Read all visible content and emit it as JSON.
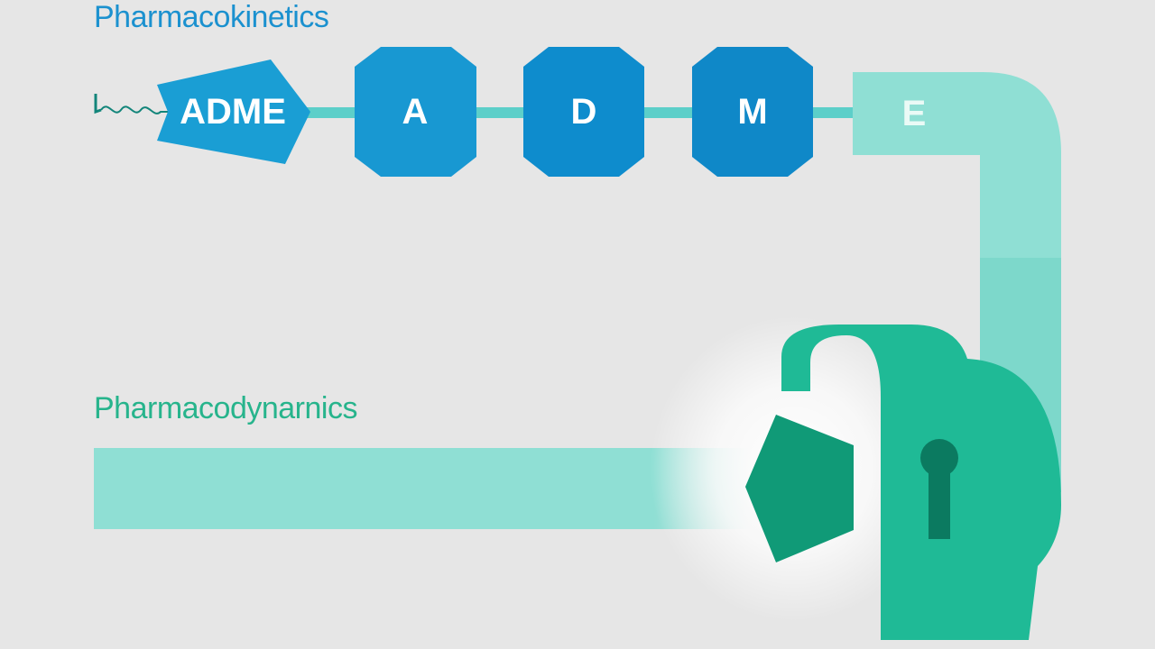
{
  "pharmacokinetics": {
    "title": "Pharmacokinetics",
    "nodes": [
      {
        "id": "adme",
        "label": "ADME"
      },
      {
        "id": "absorption",
        "label": "A"
      },
      {
        "id": "distribution",
        "label": "D"
      },
      {
        "id": "metabolism",
        "label": "M"
      },
      {
        "id": "excretion",
        "label": "E"
      }
    ]
  },
  "pharmacodynamics": {
    "title": "Pharmacodynarnics"
  },
  "colors": {
    "background": "#e6e6e6",
    "pk_title": "#1b91cf",
    "pd_title": "#27b48c",
    "adme_node": "#1a9ed4",
    "a_node": "#1898d2",
    "d_node": "#0e8ccd",
    "m_node": "#0f88c8",
    "connector": "#5ccfc9",
    "light_teal": "#8fdfd4",
    "pipe_lower": "#7dd8cb",
    "receptor": "#1fba96",
    "drug": "#109a77",
    "keyhole": "#0b7a60"
  },
  "icons": [
    "squiggle-tail-icon",
    "drug-molecule-icon",
    "receptor-icon",
    "keyhole-icon"
  ]
}
